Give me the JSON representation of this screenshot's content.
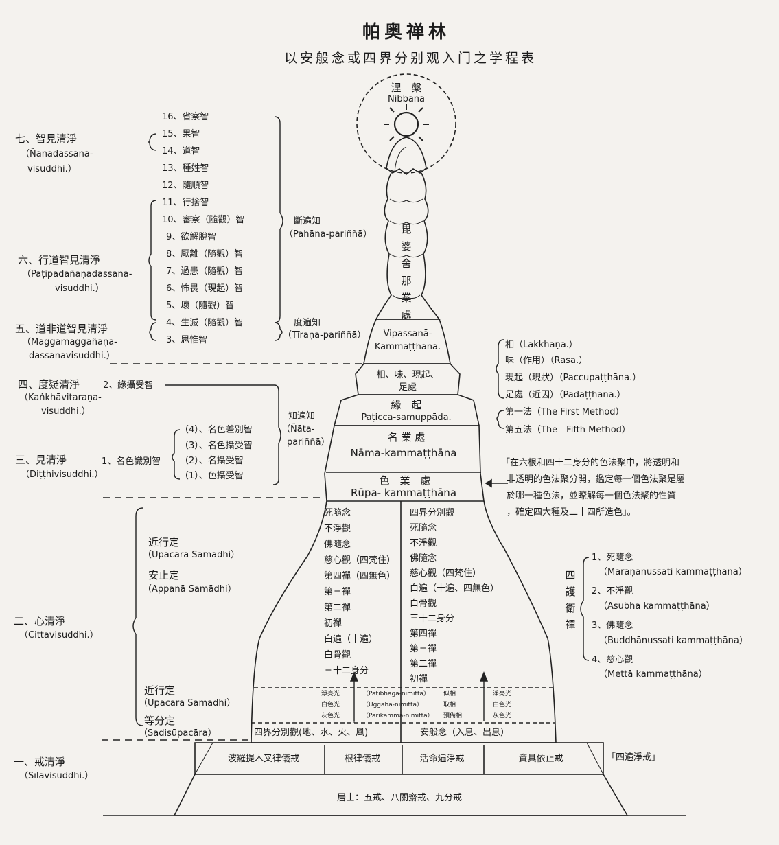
{
  "header": {
    "title": "帕奥禅林",
    "subtitle": "以安般念或四界分别观入门之学程表"
  },
  "top": {
    "nibbana_cn": "涅　槃",
    "nibbana_pali": "Nibbāna",
    "vipassana_cn": "毘婆舍那業處",
    "vipassana_pali": [
      "Vipassanā-",
      "Kammaṭṭhāna."
    ]
  },
  "stages": [
    {
      "cn": "七、智見清淨",
      "pali": [
        "（Ñānadassana-",
        "visuddhi.）"
      ]
    },
    {
      "cn": "六、行道智見清淨",
      "pali": [
        "（Paṭipadāñāṇadassana-",
        "visuddhi.）"
      ]
    },
    {
      "cn": "五、道非道智見清淨",
      "pali": [
        "（Maggāmaggañāṇa-",
        "dassanavisuddhi.）"
      ]
    },
    {
      "cn": "四、度疑清淨",
      "pali": [
        "（Kaṅkhāvitaraṇa-",
        "visuddhi.）"
      ]
    },
    {
      "cn": "三、見清淨",
      "pali": [
        "（Diṭṭhivisuddhi.）"
      ]
    },
    {
      "cn": "二、心清淨",
      "pali": [
        "（Cittavisuddhi.）"
      ]
    },
    {
      "cn": "一、戒清淨",
      "pali": [
        "（Sīlavisuddhi.）"
      ]
    }
  ],
  "knowledges": [
    "16、省察智",
    "15、果智",
    "14、道智",
    "13、種姓智",
    "12、隨順智",
    "11、行捨智",
    "10、審察（隨觀）智",
    "9、欲解脫智",
    "8、厭離（隨觀）智",
    "7、過患（隨觀）智",
    "6、怖畏（現起）智",
    "5、壞（隨觀）智",
    "4、生滅（隨觀）智",
    "3、思惟智"
  ],
  "parinna": {
    "pahana": [
      "斷遍知",
      "（Pahāna-pariññā）"
    ],
    "tirana": [
      "度遍知",
      "（Tīraṇa-pariññā）"
    ],
    "nata": [
      "知遍知",
      "（Ñāta-",
      "pariññā）"
    ]
  },
  "left_knowledge": {
    "k2": "2、緣攝受智",
    "k1": "1、名色識別智",
    "sub": [
      "（4）、名色差別智",
      "（3）、名色攝受智",
      "（2）、名攝受智",
      "（1）、色攝受智"
    ]
  },
  "pagoda": {
    "characteristics": [
      "相、味、現起、",
      "足處"
    ],
    "dependent": [
      "緣　起",
      "Paṭicca-samuppāda."
    ],
    "nama": [
      "名 業 處",
      "Nāma-kammaṭṭhāna"
    ],
    "rupa": [
      "色　業　處",
      "Rūpa-  kammaṭṭhāna"
    ],
    "left_col": [
      "死隨念",
      "不淨觀",
      "佛隨念",
      "慈心觀（四梵住）",
      "第四禪（四無色）",
      "第三禪",
      "第二禪",
      "初禪",
      "白遍（十遍）",
      "白骨觀",
      "三十二身分"
    ],
    "right_col": [
      "四界分別觀",
      "死隨念",
      "不淨觀",
      "佛隨念",
      "慈心觀（四梵住）",
      "白遍（十遍、四無色）",
      "白骨觀",
      "三十二身分",
      "第四禪",
      "第三禪",
      "第二禪",
      "初禪"
    ],
    "nimitta_left": [
      "淨亮光",
      "白色光",
      "灰色光"
    ],
    "nimitta_mid": [
      "（Paṭibhāga-nimitta）",
      "（Uggaha-nimitta）",
      "（Parikamma-nimitta）"
    ],
    "nimitta_cn": [
      "似相",
      "取相",
      "預備相"
    ],
    "nimitta_right": [
      "淨亮光",
      "白色光",
      "灰色光"
    ],
    "base_left": "四界分別觀(地、水、火、風)",
    "base_right": "安般念（入息、出息）",
    "precepts": [
      "波羅提木叉律儀戒",
      "根律儀戒",
      "活命遍淨戒",
      "資具依止戒"
    ],
    "layman": "居士：五戒、八關齋戒、九分戒"
  },
  "samadhi": {
    "upacara_top": [
      "近行定",
      "（Upacāra Samādhi）"
    ],
    "appana": [
      "安止定",
      "（Appanā Samādhi）"
    ],
    "upacara_bottom": [
      "近行定",
      "（Upacāra Samādhi）"
    ],
    "sadisu": [
      "等分定",
      "（Sadisūpacāra）"
    ]
  },
  "right_notes": {
    "lakkhana": [
      "相（Lakkhaṇa.）",
      "味（作用）（Rasa.）",
      "現起（現狀）（Paccupaṭṭhāna.）",
      "足處（近因）（Padaṭṭhāna.）"
    ],
    "methods": [
      "第一法（The First Method）",
      "第五法（The　Fifth Method）"
    ],
    "rupa_note": [
      "「在六根和四十二身分的色法聚中，將透明和",
      "非透明的色法聚分開，鑑定每一個色法聚是屬",
      "於哪一種色法，並瞭解每一個色法聚的性質",
      "，確定四大種及二十四所造色」。"
    ],
    "protective_title": "四護衛禪",
    "protective": [
      {
        "cn": "1、死隨念",
        "pali": "（Maraṇānussati kammaṭṭhāna）"
      },
      {
        "cn": "2、不淨觀",
        "pali": "（Asubha kammaṭṭhāna）"
      },
      {
        "cn": "3、佛隨念",
        "pali": "（Buddhānussati kammaṭṭhāna）"
      },
      {
        "cn": "4、慈心觀",
        "pali": "（Mettā kammaṭṭhāna）"
      }
    ],
    "four_pure": "「四遍淨戒」"
  }
}
